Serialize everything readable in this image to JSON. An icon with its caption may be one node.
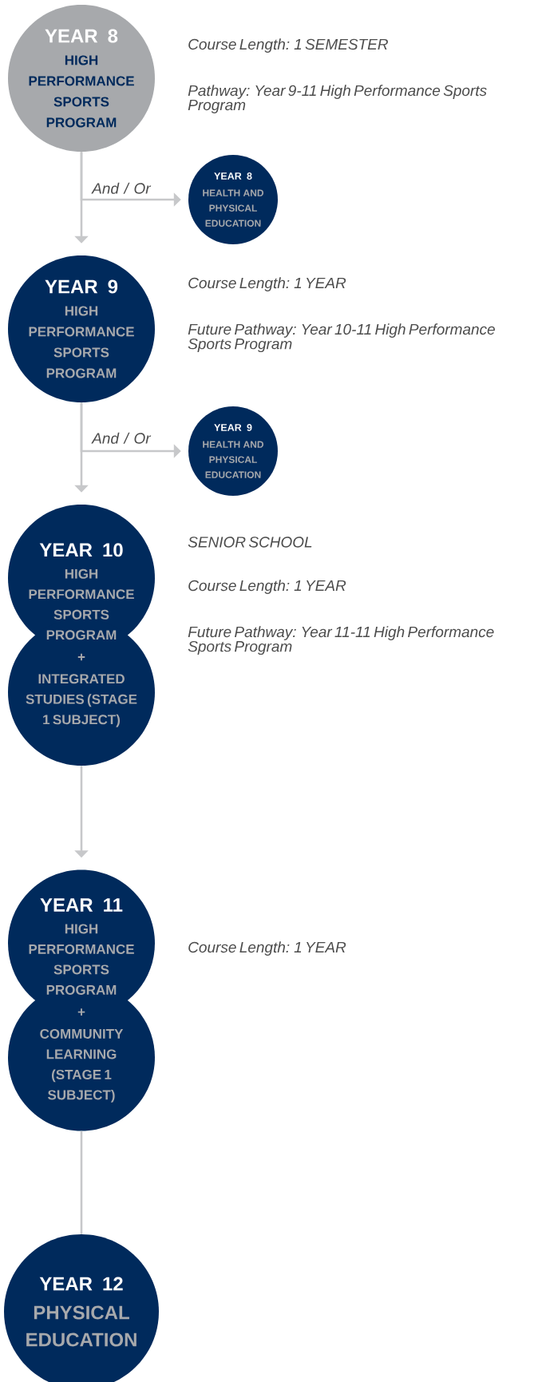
{
  "diagram": {
    "nodes": [
      {
        "text": [
          "YEAR 8",
          "HIGH PERFORMANCE SPORTS PROGRAM"
        ],
        "beside": [
          "Course Length: 1 SEMESTER",
          "Pathway: Year 9-11 High Performance Sports Program"
        ]
      },
      {
        "text": [
          "YEAR 8",
          "HEALTH AND PHYSICAL EDUCATION"
        ]
      },
      {
        "text": [
          "YEAR 9",
          "HIGH PERFORMANCE SPORTS PROGRAM"
        ],
        "beside": [
          "Course Length: 1 YEAR",
          "Future Pathway: Year 10-11 High Performance Sports Program"
        ]
      },
      {
        "text": [
          "YEAR 9",
          "HEALTH AND PHYSICAL EDUCATION"
        ]
      },
      {
        "text": [
          "YEAR 10",
          "HIGH PERFORMANCE SPORTS PROGRAM",
          "+",
          "INTEGRATED STUDIES (STAGE 1 SUBJECT)"
        ],
        "beside": [
          "SENIOR SCHOOL",
          "Course Length: 1 YEAR",
          "Future Pathway: Year 11-11 High Performance Sports Program"
        ]
      },
      {
        "text": [
          "YEAR 11",
          "HIGH PERFORMANCE SPORTS PROGRAM",
          "+",
          "COMMUNITY LEARNING (STAGE 1 SUBJECT)"
        ],
        "beside": [
          "Course Length: 1 YEAR"
        ]
      },
      {
        "text": [
          "YEAR 12",
          "PHYSICAL EDUCATION"
        ]
      }
    ],
    "edges": [
      {
        "from": 0,
        "to": 1,
        "arrow": "to",
        "label": "And / Or"
      },
      {
        "from": 0,
        "to": 2,
        "arrow": "to"
      },
      {
        "from": 2,
        "to": 3,
        "arrow": "to",
        "label": "And / Or"
      },
      {
        "from": 2,
        "to": 4,
        "arrow": "to"
      },
      {
        "from": 4,
        "to": 5,
        "arrow": "to"
      },
      {
        "from": 5,
        "to": 6,
        "arrow": "none"
      }
    ]
  }
}
